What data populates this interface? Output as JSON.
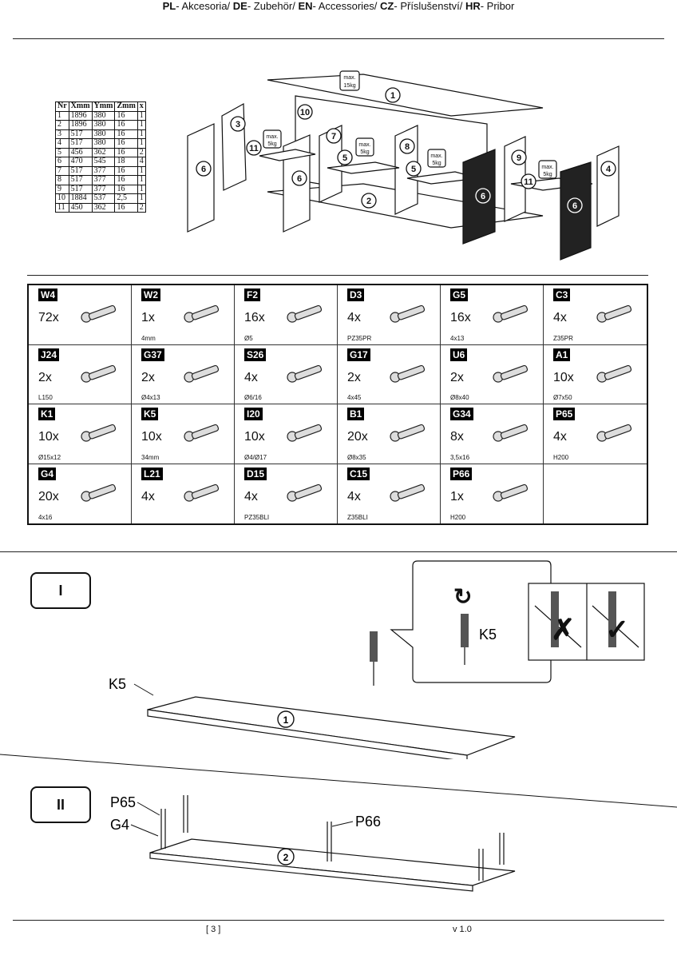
{
  "header": {
    "segments": [
      {
        "code": "PL",
        "text": "- Akcesoria/ "
      },
      {
        "code": "DE",
        "text": "- Zubehör/ "
      },
      {
        "code": "EN",
        "text": "- Accessories/ "
      },
      {
        "code": "CZ",
        "text": "- Příslušenství/ "
      },
      {
        "code": "HR",
        "text": "- Pribor"
      }
    ]
  },
  "parts_table": {
    "headers": [
      "Nr",
      "Xmm",
      "Ymm",
      "Zmm",
      "x"
    ],
    "rows": [
      [
        "1",
        "1896",
        "380",
        "16",
        "1"
      ],
      [
        "2",
        "1896",
        "380",
        "16",
        "1"
      ],
      [
        "3",
        "517",
        "380",
        "16",
        "1"
      ],
      [
        "4",
        "517",
        "380",
        "16",
        "1"
      ],
      [
        "5",
        "456",
        "362",
        "16",
        "2"
      ],
      [
        "6",
        "470",
        "545",
        "18",
        "4"
      ],
      [
        "7",
        "517",
        "377",
        "16",
        "1"
      ],
      [
        "8",
        "517",
        "377",
        "16",
        "1"
      ],
      [
        "9",
        "517",
        "377",
        "16",
        "1"
      ],
      [
        "10",
        "1884",
        "537",
        "2,5",
        "1"
      ],
      [
        "11",
        "450",
        "362",
        "16",
        "2"
      ]
    ]
  },
  "exploded_view": {
    "part_numbers": [
      "1",
      "2",
      "3",
      "4",
      "5",
      "5",
      "6",
      "6",
      "6",
      "6",
      "7",
      "8",
      "9",
      "10",
      "11",
      "11"
    ],
    "weight_max": "max.",
    "weight_15": "15kg",
    "weight_5": "5kg"
  },
  "hardware": [
    {
      "code": "W4",
      "qty": "72x",
      "size": ""
    },
    {
      "code": "W2",
      "qty": "1x",
      "size": "4mm"
    },
    {
      "code": "F2",
      "qty": "16x",
      "size": "Ø5"
    },
    {
      "code": "D3",
      "qty": "4x",
      "size": "PZ35PR"
    },
    {
      "code": "G5",
      "qty": "16x",
      "size": "4x13"
    },
    {
      "code": "C3",
      "qty": "4x",
      "size": "Z35PR"
    },
    {
      "code": "J24",
      "qty": "2x",
      "size": "L150"
    },
    {
      "code": "G37",
      "qty": "2x",
      "size": "Ø4x13"
    },
    {
      "code": "S26",
      "qty": "4x",
      "size": "Ø6/16"
    },
    {
      "code": "G17",
      "qty": "2x",
      "size": "4x45"
    },
    {
      "code": "U6",
      "qty": "2x",
      "size": "Ø8x40"
    },
    {
      "code": "A1",
      "qty": "10x",
      "size": "Ø7x50"
    },
    {
      "code": "K1",
      "qty": "10x",
      "size": "Ø15x12"
    },
    {
      "code": "K5",
      "qty": "10x",
      "size": "34mm"
    },
    {
      "code": "I20",
      "qty": "10x",
      "size": "Ø4/Ø17"
    },
    {
      "code": "B1",
      "qty": "20x",
      "size": "Ø8x35"
    },
    {
      "code": "G34",
      "qty": "8x",
      "size": "3,5x16"
    },
    {
      "code": "P65",
      "qty": "4x",
      "size": "H200"
    },
    {
      "code": "G4",
      "qty": "20x",
      "size": "4x16"
    },
    {
      "code": "L21",
      "qty": "4x",
      "size": ""
    },
    {
      "code": "D15",
      "qty": "4x",
      "size": "PZ35BLI"
    },
    {
      "code": "C15",
      "qty": "4x",
      "size": "Z35BLI"
    },
    {
      "code": "P66",
      "qty": "1x",
      "size": "H200"
    },
    {
      "code": "",
      "qty": "",
      "size": ""
    }
  ],
  "steps": {
    "step1": {
      "label": "I",
      "part": "1",
      "callout": "K5",
      "detail_callout": "K5"
    },
    "step2": {
      "label": "II",
      "part": "2",
      "callout_p65": "P65",
      "callout_g4": "G4",
      "callout_p66": "P66"
    }
  },
  "footer": {
    "page": "[ 3 ]",
    "version": "v 1.0"
  }
}
